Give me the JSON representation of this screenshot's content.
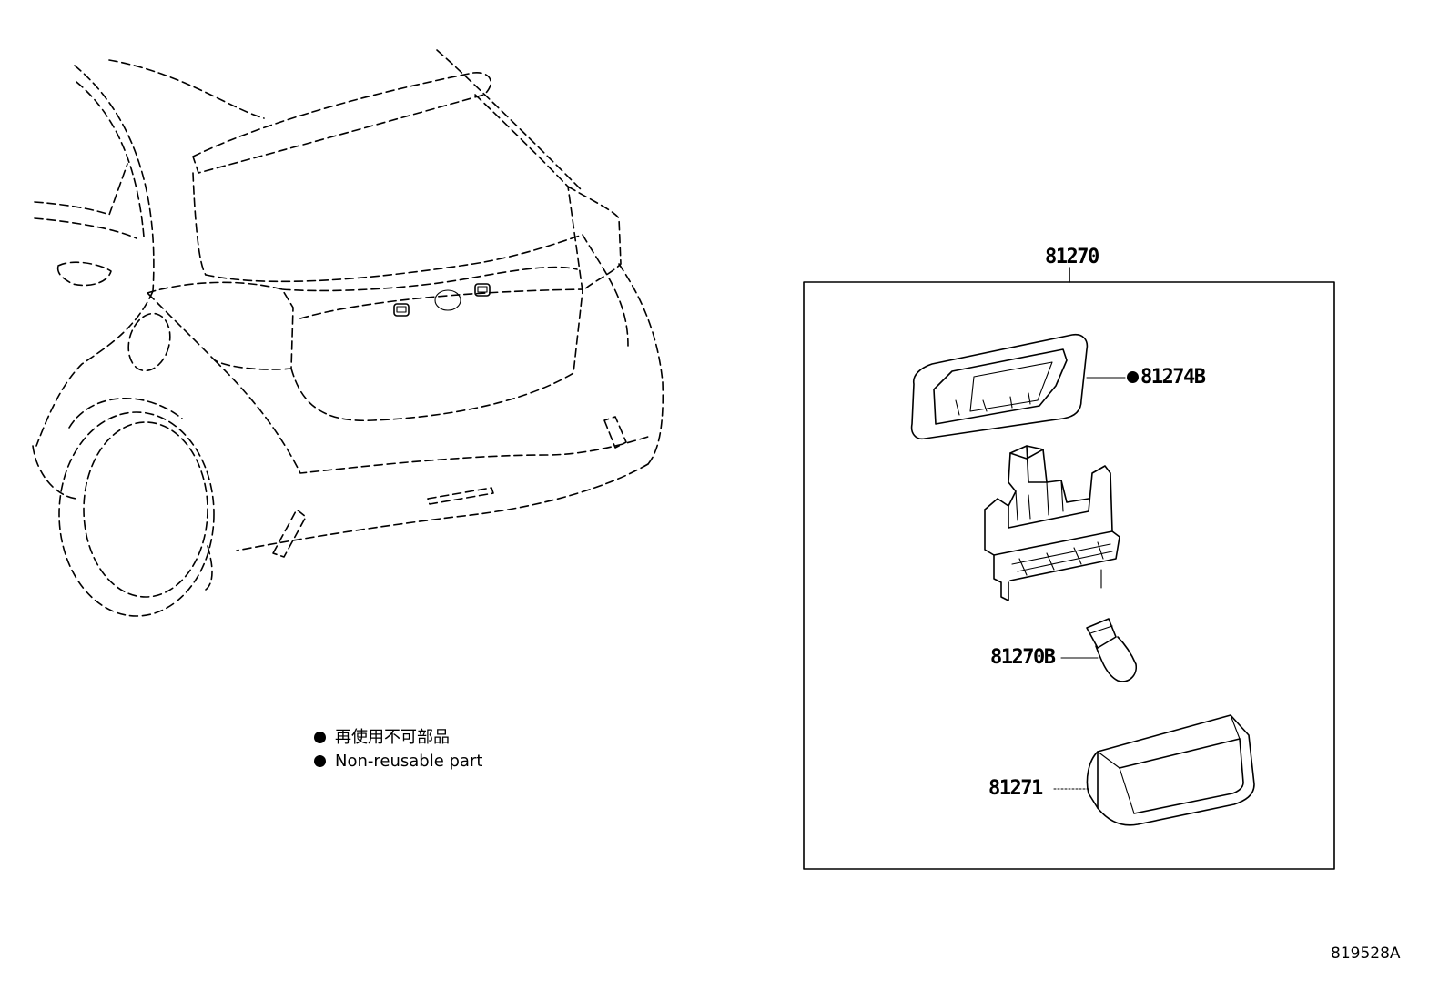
{
  "assembly": {
    "part_number": "81270"
  },
  "components": [
    {
      "id": "gasket",
      "part_number": "81274B",
      "non_reusable": true
    },
    {
      "id": "socket-housing",
      "part_number": "",
      "non_reusable": false
    },
    {
      "id": "bulb",
      "part_number": "81270B",
      "non_reusable": false
    },
    {
      "id": "lens",
      "part_number": "81271",
      "non_reusable": false
    }
  ],
  "legend": {
    "items": [
      {
        "symbol": "filled-circle",
        "text": "再使用不可部品"
      },
      {
        "symbol": "filled-circle",
        "text": "Non-reusable part"
      }
    ]
  },
  "illustration_code": "819528A"
}
